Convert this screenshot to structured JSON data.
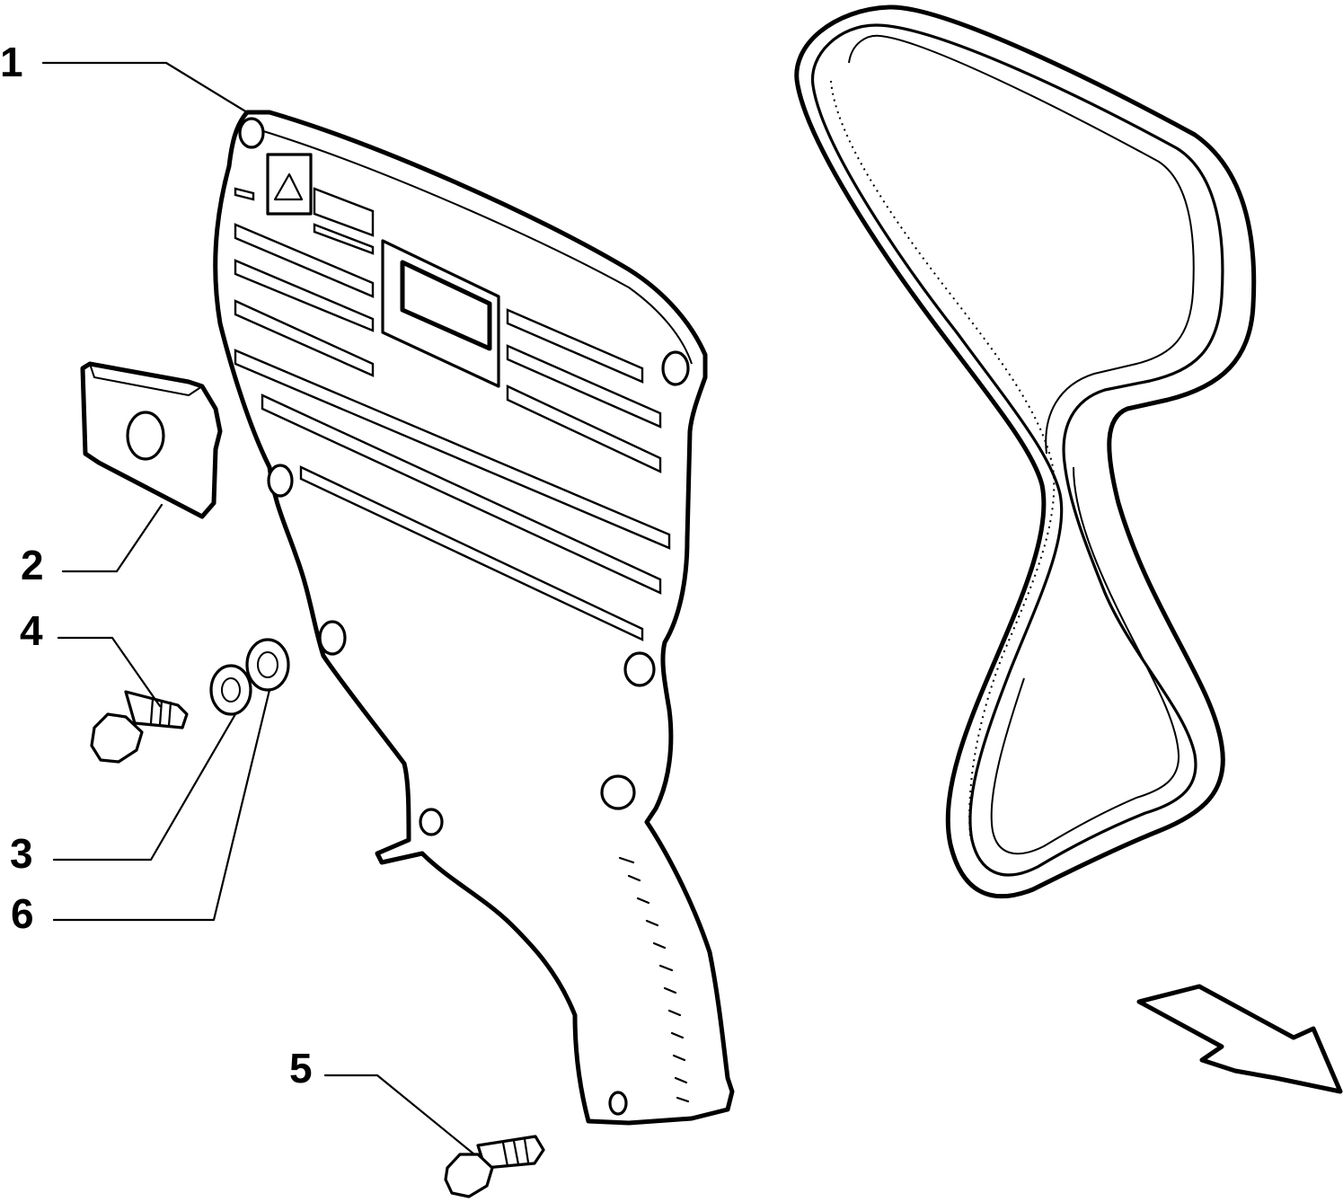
{
  "callouts": [
    {
      "id": "1",
      "label": "1"
    },
    {
      "id": "2",
      "label": "2"
    },
    {
      "id": "3",
      "label": "3"
    },
    {
      "id": "4",
      "label": "4"
    },
    {
      "id": "5",
      "label": "5"
    },
    {
      "id": "6",
      "label": "6"
    }
  ],
  "colors": {
    "ink": "#000000",
    "paper": "#ffffff"
  },
  "icons": [
    "warning-triangle-icon",
    "direction-arrow-icon"
  ]
}
